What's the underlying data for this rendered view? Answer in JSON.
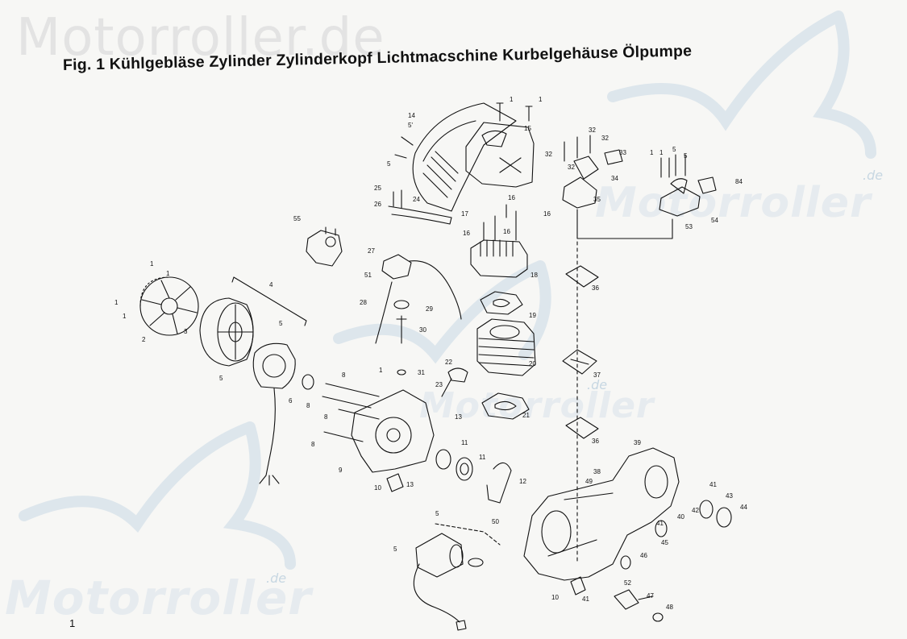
{
  "watermark": {
    "top_text": "Motorroller.de",
    "bottom_text": "Motorroller",
    "bottom_suffix": ".de",
    "right_text": "Motorroller",
    "right_suffix": ".de",
    "center_text": "Motorroller",
    "center_suffix": ".de"
  },
  "title": "Fig. 1 Kühlgebläse Zylinder Zylinderkopf Lichtmacschine Kurbelgehäuse Ölpumpe",
  "page_number": "1",
  "colors": {
    "ink": "#111111",
    "paper": "#f7f7f5",
    "watermark": "#e3e3e3"
  },
  "parts": [
    {
      "id": "p1a",
      "label": "1"
    },
    {
      "id": "p1b",
      "label": "1"
    },
    {
      "id": "p1c",
      "label": "1"
    },
    {
      "id": "p1d",
      "label": "1"
    },
    {
      "id": "p1e",
      "label": "1"
    },
    {
      "id": "p1f",
      "label": "1"
    },
    {
      "id": "p1g",
      "label": "1"
    },
    {
      "id": "p1h",
      "label": "1"
    },
    {
      "id": "p1i",
      "label": "1"
    },
    {
      "id": "p2",
      "label": "2"
    },
    {
      "id": "p3",
      "label": "3"
    },
    {
      "id": "p4",
      "label": "4"
    },
    {
      "id": "p5a",
      "label": "5"
    },
    {
      "id": "p5b",
      "label": "5"
    },
    {
      "id": "p5c",
      "label": "5'"
    },
    {
      "id": "p5d",
      "label": "5"
    },
    {
      "id": "p5e",
      "label": "5"
    },
    {
      "id": "p5f",
      "label": "5"
    },
    {
      "id": "p5g",
      "label": "5"
    },
    {
      "id": "p5h",
      "label": "5"
    },
    {
      "id": "p6",
      "label": "6"
    },
    {
      "id": "p8a",
      "label": "8"
    },
    {
      "id": "p8b",
      "label": "8"
    },
    {
      "id": "p8c",
      "label": "8"
    },
    {
      "id": "p8d",
      "label": "8"
    },
    {
      "id": "p9",
      "label": "9"
    },
    {
      "id": "p10a",
      "label": "10"
    },
    {
      "id": "p10b",
      "label": "10"
    },
    {
      "id": "p11a",
      "label": "11"
    },
    {
      "id": "p11b",
      "label": "11"
    },
    {
      "id": "p12",
      "label": "12"
    },
    {
      "id": "p13a",
      "label": "13"
    },
    {
      "id": "p13b",
      "label": "13"
    },
    {
      "id": "p14",
      "label": "14"
    },
    {
      "id": "p15",
      "label": "15"
    },
    {
      "id": "p16a",
      "label": "16"
    },
    {
      "id": "p16b",
      "label": "16"
    },
    {
      "id": "p16c",
      "label": "16"
    },
    {
      "id": "p16d",
      "label": "16"
    },
    {
      "id": "p17",
      "label": "17"
    },
    {
      "id": "p18",
      "label": "18"
    },
    {
      "id": "p19",
      "label": "19"
    },
    {
      "id": "p20",
      "label": "20"
    },
    {
      "id": "p21",
      "label": "21"
    },
    {
      "id": "p22",
      "label": "22"
    },
    {
      "id": "p23",
      "label": "23"
    },
    {
      "id": "p24",
      "label": "24"
    },
    {
      "id": "p25",
      "label": "25"
    },
    {
      "id": "p26",
      "label": "26"
    },
    {
      "id": "p27",
      "label": "27"
    },
    {
      "id": "p28",
      "label": "28"
    },
    {
      "id": "p29",
      "label": "29"
    },
    {
      "id": "p30",
      "label": "30"
    },
    {
      "id": "p31",
      "label": "31"
    },
    {
      "id": "p32a",
      "label": "32"
    },
    {
      "id": "p32b",
      "label": "32"
    },
    {
      "id": "p32c",
      "label": "32"
    },
    {
      "id": "p32d",
      "label": "32"
    },
    {
      "id": "p33",
      "label": "33"
    },
    {
      "id": "p34",
      "label": "34"
    },
    {
      "id": "p35",
      "label": "35"
    },
    {
      "id": "p36a",
      "label": "36"
    },
    {
      "id": "p36b",
      "label": "36"
    },
    {
      "id": "p37",
      "label": "37"
    },
    {
      "id": "p38",
      "label": "38"
    },
    {
      "id": "p39",
      "label": "39"
    },
    {
      "id": "p40",
      "label": "40"
    },
    {
      "id": "p41a",
      "label": "41"
    },
    {
      "id": "p41b",
      "label": "41"
    },
    {
      "id": "p41c",
      "label": "41"
    },
    {
      "id": "p42",
      "label": "42"
    },
    {
      "id": "p43",
      "label": "43"
    },
    {
      "id": "p44",
      "label": "44"
    },
    {
      "id": "p45",
      "label": "45"
    },
    {
      "id": "p46",
      "label": "46"
    },
    {
      "id": "p47",
      "label": "47"
    },
    {
      "id": "p48",
      "label": "48"
    },
    {
      "id": "p49",
      "label": "49"
    },
    {
      "id": "p50",
      "label": "50"
    },
    {
      "id": "p51",
      "label": "51"
    },
    {
      "id": "p52",
      "label": "52"
    },
    {
      "id": "p53",
      "label": "53"
    },
    {
      "id": "p54",
      "label": "54"
    },
    {
      "id": "p55",
      "label": "55"
    },
    {
      "id": "p84",
      "label": "84"
    }
  ]
}
